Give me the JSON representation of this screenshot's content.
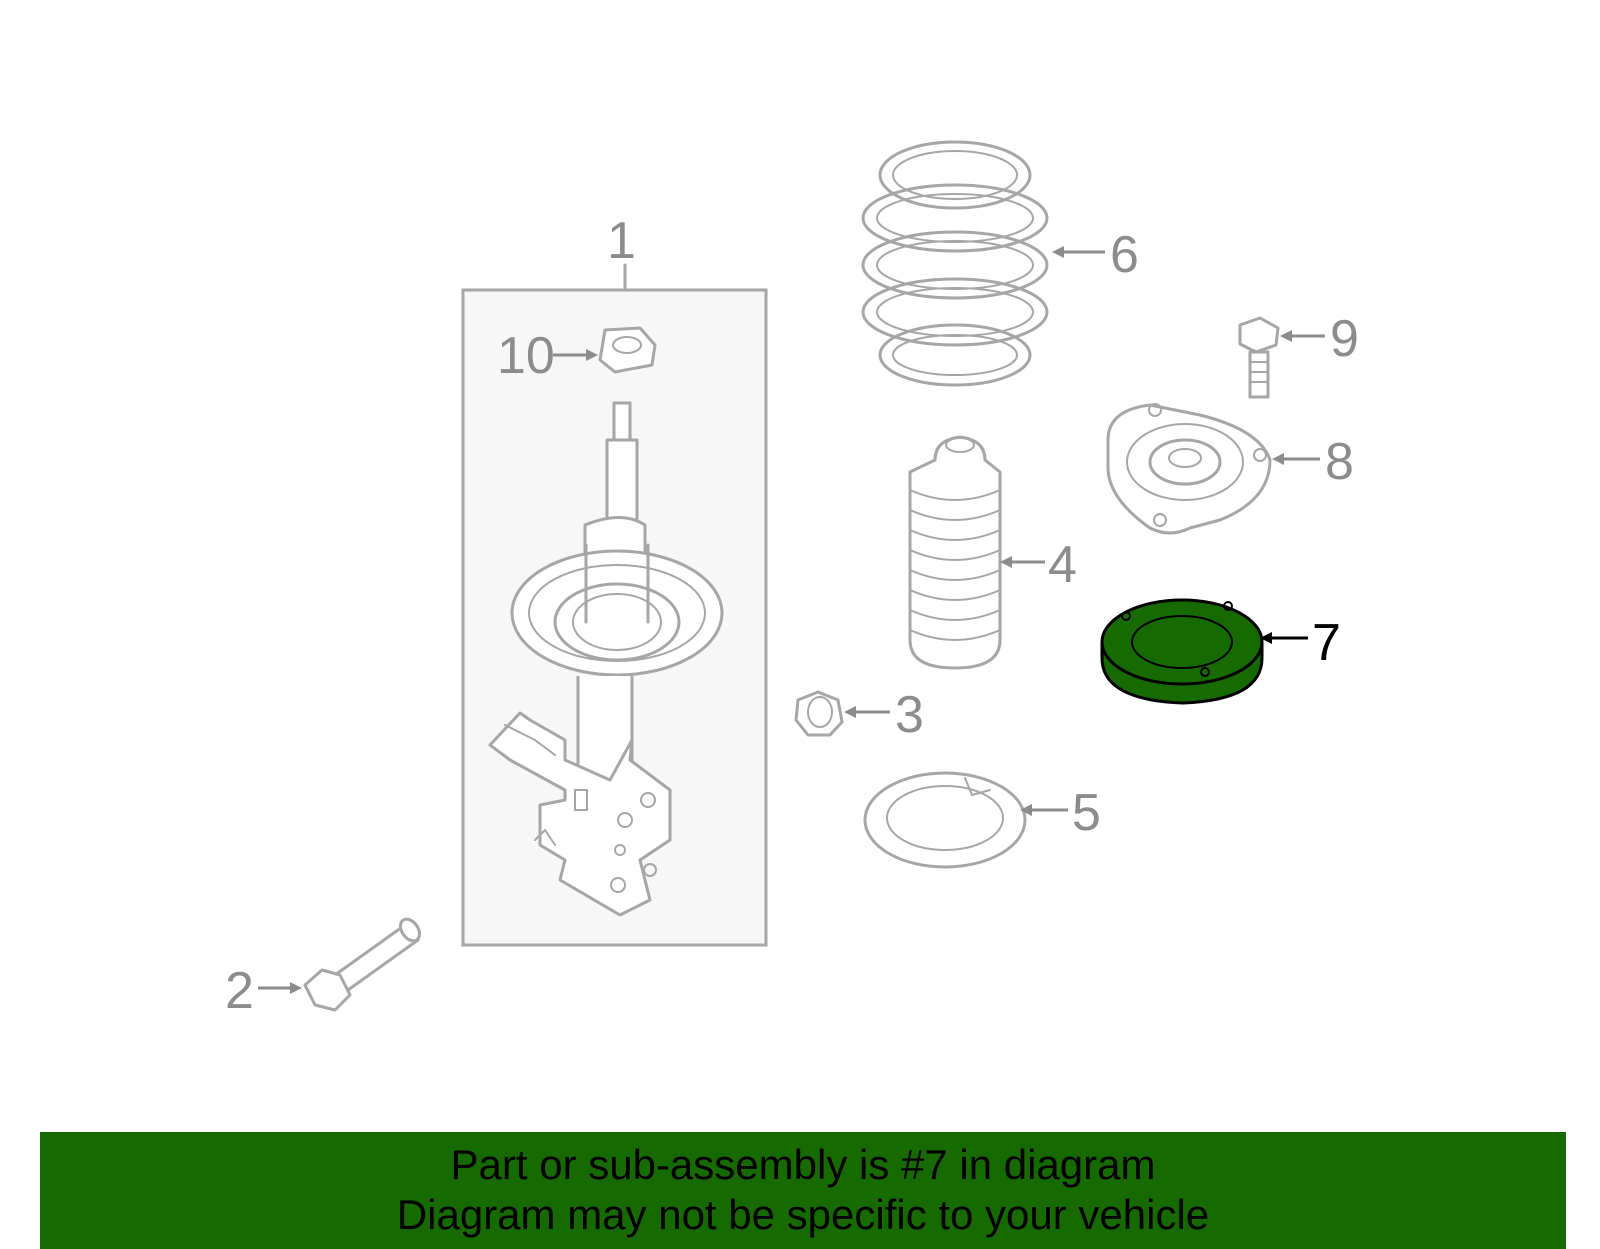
{
  "diagram": {
    "callouts": {
      "c1": "1",
      "c2": "2",
      "c3": "3",
      "c4": "4",
      "c5": "5",
      "c6": "6",
      "c7": "7",
      "c8": "8",
      "c9": "9",
      "c10": "10"
    },
    "highlight_part": "7",
    "highlight_color": "#176a00",
    "line_color": "#a6a6a6"
  },
  "footer": {
    "line1": "Part or sub-assembly is #7 in diagram",
    "line2": "Diagram may not be specific to your vehicle",
    "background": "#176a00"
  }
}
